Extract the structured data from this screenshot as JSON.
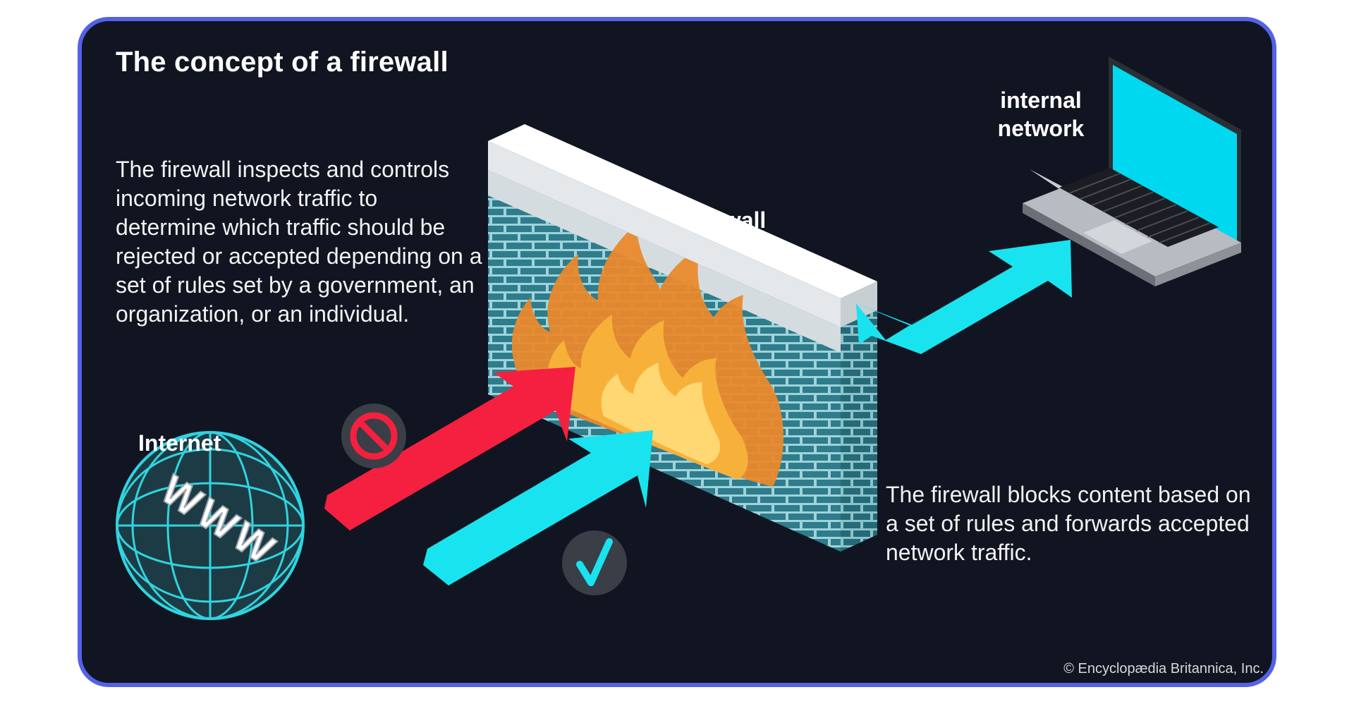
{
  "title": "The concept of a firewall",
  "description_left": "The firewall inspects and controls incoming network traffic to determine which traffic should be rejected or accepted depending on a set of rules set by a government, an organization, or an individual.",
  "description_right": "The firewall blocks content based on a set of rules and forwards accepted network traffic.",
  "labels": {
    "internal_network": "internal network",
    "firewall": "firewall",
    "internet": "Internet",
    "globe_text": "WWW"
  },
  "copyright": "© Encyclopædia Britannica, Inc.",
  "icons": [
    "globe-icon",
    "laptop-icon",
    "brick-wall-icon",
    "flame-icon",
    "blocked-icon",
    "check-icon"
  ],
  "colors": {
    "background": "#111522",
    "frame_border": "#5561e6",
    "accepted_arrow": "#19e3ee",
    "rejected_arrow": "#f5203f",
    "wall_brick": "#2e7c8c",
    "flame_outer": "#e9892c",
    "flame_inner": "#ffc94d",
    "laptop_screen": "#00d8ef"
  }
}
